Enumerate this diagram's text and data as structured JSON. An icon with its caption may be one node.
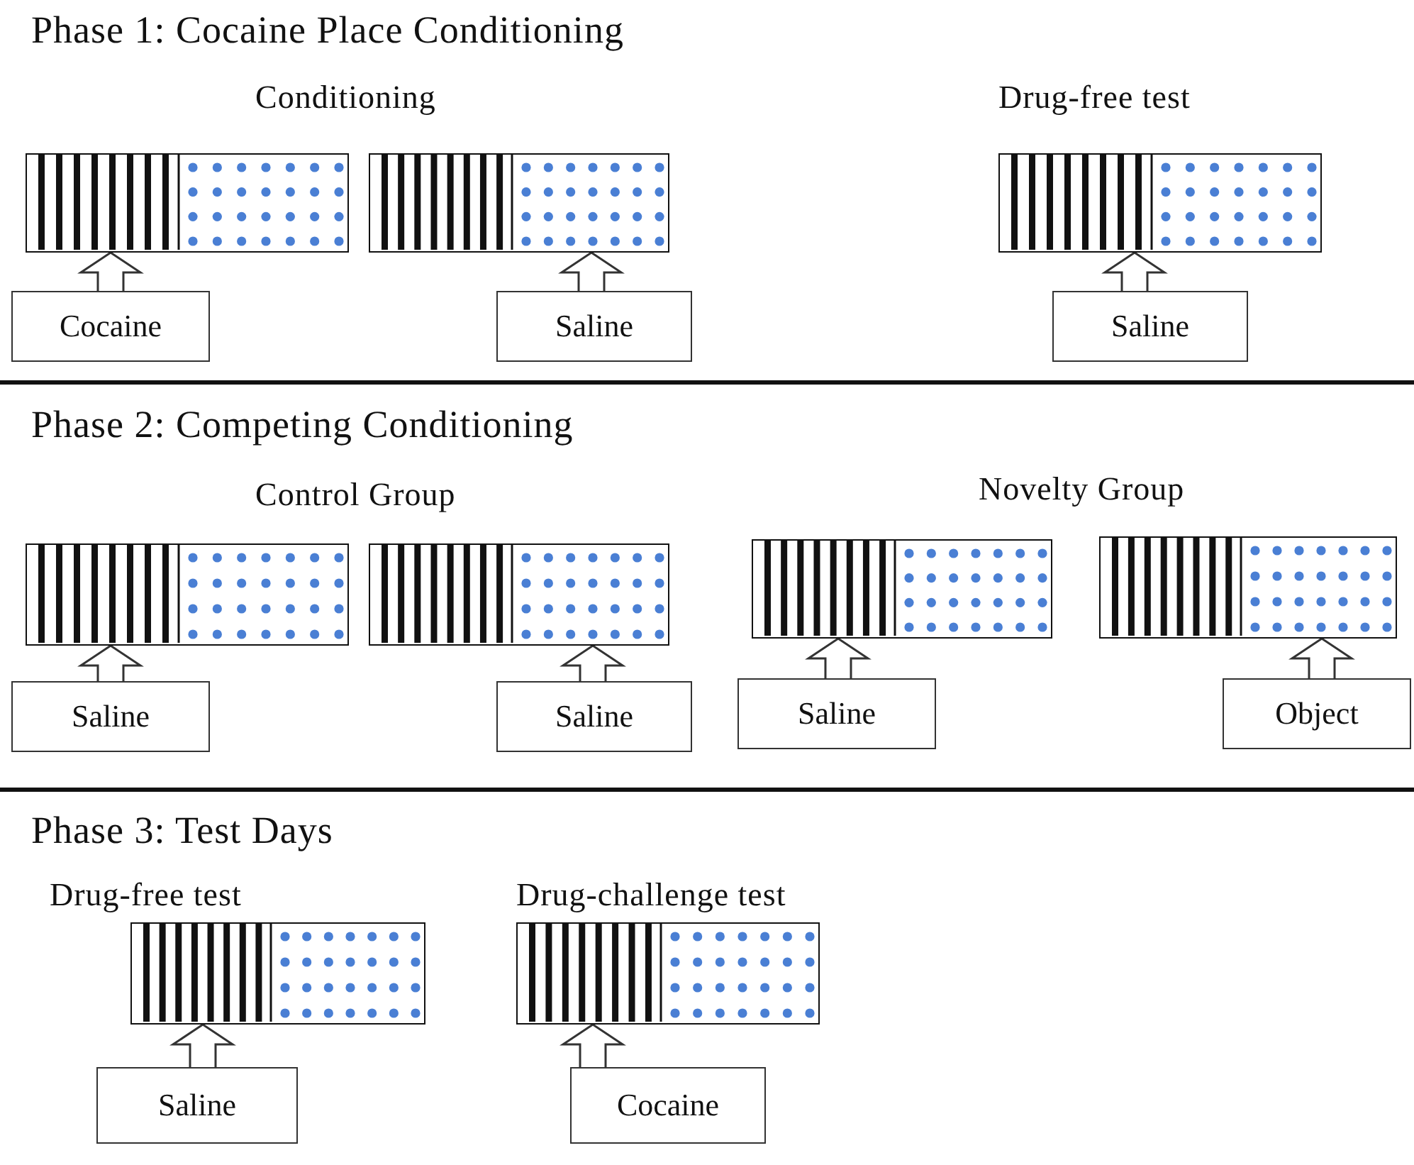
{
  "diagram": {
    "nodes": [
      {
        "text": [],
        "shape": "box"
      },
      {
        "text": [],
        "shape": "box"
      },
      {
        "text": [],
        "shape": "box"
      },
      {
        "text": [
          "Cocaine"
        ]
      },
      {
        "text": [
          "Saline"
        ]
      },
      {
        "text": [
          "Saline"
        ]
      },
      {
        "text": [],
        "shape": "box"
      },
      {
        "text": [],
        "shape": "box"
      },
      {
        "text": [],
        "shape": "box"
      },
      {
        "text": [],
        "shape": "box"
      },
      {
        "text": [
          "Saline"
        ]
      },
      {
        "text": [
          "Saline"
        ]
      },
      {
        "text": [
          "Saline"
        ]
      },
      {
        "text": [
          "Object"
        ]
      },
      {
        "text": [],
        "shape": "box"
      },
      {
        "text": [],
        "shape": "box"
      },
      {
        "text": [
          "Saline"
        ]
      },
      {
        "text": [
          "Cocaine"
        ]
      }
    ],
    "edges": [
      {
        "from": 3,
        "to": 0,
        "arrow": "to"
      },
      {
        "from": 4,
        "to": 1,
        "arrow": "to"
      },
      {
        "from": 5,
        "to": 2,
        "arrow": "to"
      },
      {
        "from": 10,
        "to": 6,
        "arrow": "to"
      },
      {
        "from": 11,
        "to": 7,
        "arrow": "to"
      },
      {
        "from": 12,
        "to": 8,
        "arrow": "to"
      },
      {
        "from": 13,
        "to": 9,
        "arrow": "to"
      },
      {
        "from": 16,
        "to": 14,
        "arrow": "to"
      },
      {
        "from": 17,
        "to": 15,
        "arrow": "to"
      }
    ],
    "labels": [
      "Phase 1: Cocaine Place Conditioning",
      "Conditioning",
      "Drug-free test",
      "Phase 2: Competing Conditioning",
      "Control Group",
      "Novelty Group",
      "Phase 3: Test Days",
      "Drug-free test",
      "Drug-challenge test"
    ]
  }
}
